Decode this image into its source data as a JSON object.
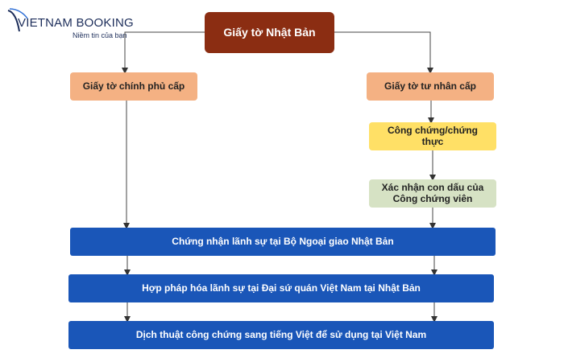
{
  "logo": {
    "brand": "VIETNAM BOOKING",
    "tagline": "Niềm tin của bạn"
  },
  "diagram": {
    "root": "Giấy tờ Nhật Bản",
    "left_branch": "Giấy tờ chính phủ cấp",
    "right_branch": "Giấy tờ tư nhân cấp",
    "right_step_1": "Công chứng/chứng thực",
    "right_step_2": "Xác nhận con dấu của Công chứng viên",
    "step_1": "Chứng nhận lãnh sự tại Bộ Ngoại giao Nhật Bản",
    "step_2": "Hợp pháp hóa lãnh sự tại Đại sứ quán Việt Nam tại Nhật Bản",
    "step_3": "Dịch thuật công chứng sang tiếng Việt để sử dụng tại Việt Nam"
  },
  "colors": {
    "root": "#8b2d12",
    "branch": "#f4b183",
    "notarize": "#ffe066",
    "seal": "#d6e2c4",
    "steps": "#1a56b8",
    "logo": "#1c2d5a"
  }
}
